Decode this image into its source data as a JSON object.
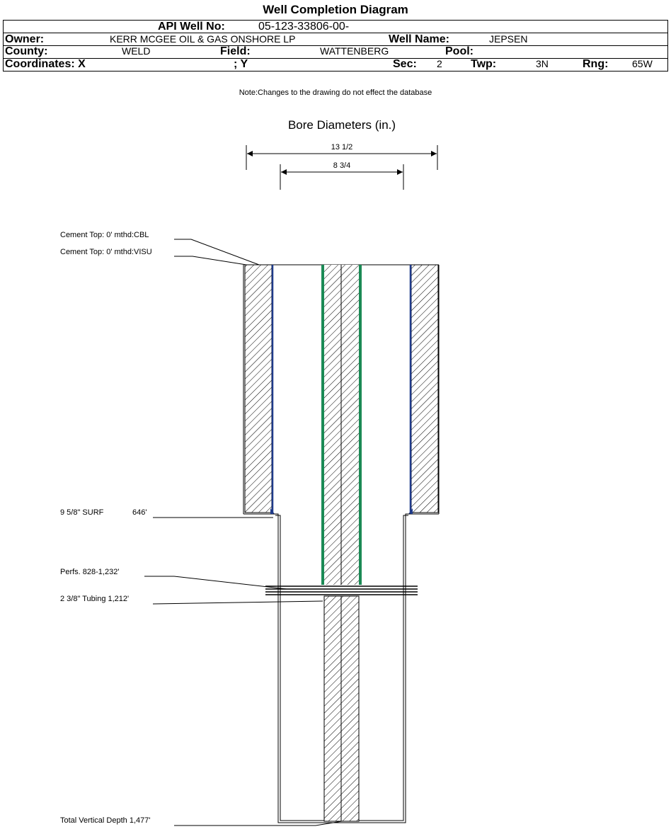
{
  "title": "Well Completion Diagram",
  "header": {
    "api_label": "API Well No:",
    "api_value": "05-123-33806-00-",
    "owner_label": "Owner:",
    "owner_value": "KERR MCGEE OIL & GAS ONSHORE LP",
    "well_name_label": "Well Name:",
    "well_name_value": "JEPSEN",
    "county_label": "County:",
    "county_value": "WELD",
    "field_label": "Field:",
    "field_value": "WATTENBERG",
    "pool_label": "Pool:",
    "pool_value": "",
    "coords_label": "Coordinates: X",
    "coords_y_label": "; Y",
    "sec_label": "Sec:",
    "sec_value": "2",
    "twp_label": "Twp:",
    "twp_value": "3N",
    "rng_label": "Rng:",
    "rng_value": "65W"
  },
  "note": "Note:Changes to the drawing do not effect the database",
  "bore": {
    "title": "Bore Diameters (in.)",
    "outer_diameter": "13 1/2",
    "inner_diameter": "8 3/4"
  },
  "callouts": {
    "cement_cbl": "Cement Top: 0' mthd:CBL",
    "cement_visu": "Cement Top: 0' mthd:VISU",
    "surf_casing": "9 5/8\" SURF",
    "surf_depth": "646'",
    "perfs": "Perfs. 828-1,232'",
    "tubing": "2 3/8\" Tubing 1,212'",
    "tvd": "Total Vertical Depth 1,477'"
  },
  "colors": {
    "tubing": "#1b8a55",
    "casing": "#1f3a8a",
    "line": "#000000"
  }
}
